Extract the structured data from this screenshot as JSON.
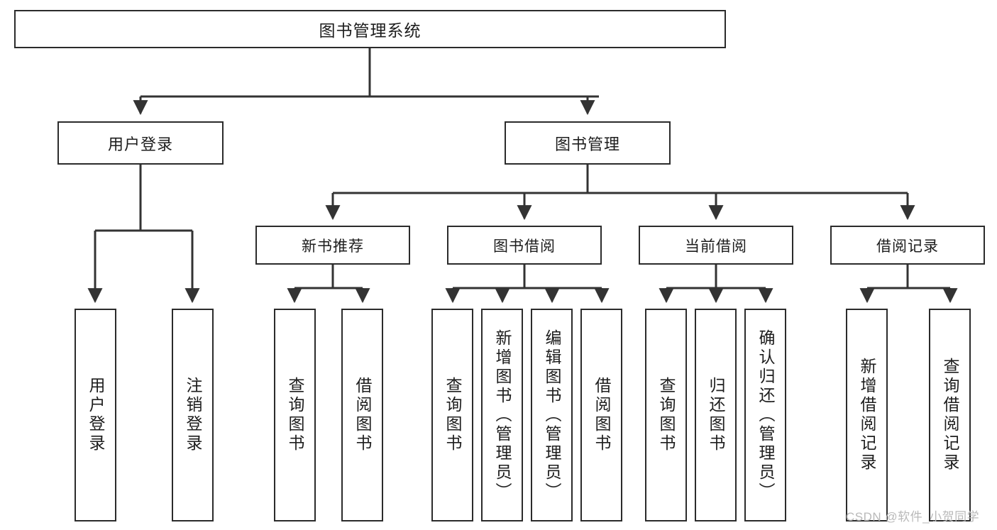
{
  "diagram": {
    "type": "tree",
    "title": "图书管理系统",
    "style": {
      "box_border": "#2b2b2b",
      "box_fill": "#ffffff",
      "connector": "#333333",
      "text": "#1d1d1d",
      "background": "#ffffff"
    },
    "root": {
      "label": "图书管理系统"
    },
    "level1": [
      {
        "label": "用户登录"
      },
      {
        "label": "图书管理"
      }
    ],
    "level2": [
      {
        "label": "新书推荐"
      },
      {
        "label": "图书借阅"
      },
      {
        "label": "当前借阅"
      },
      {
        "label": "借阅记录"
      }
    ],
    "leaves": {
      "user_login": [
        {
          "label": "用户登录"
        },
        {
          "label": "注销登录"
        }
      ],
      "new_book_recommend": [
        {
          "label": "查询图书"
        },
        {
          "label": "借阅图书"
        }
      ],
      "book_borrow": [
        {
          "label": "查询图书"
        },
        {
          "label": "新增图书（管理员）"
        },
        {
          "label": "编辑图书（管理员）"
        },
        {
          "label": "借阅图书"
        }
      ],
      "current_borrow": [
        {
          "label": "查询图书"
        },
        {
          "label": "归还图书"
        },
        {
          "label": "确认归还（管理员）"
        }
      ],
      "borrow_record": [
        {
          "label": "新增借阅记录"
        },
        {
          "label": "查询借阅记录"
        }
      ]
    }
  },
  "watermark": {
    "text": "CSDN @软件_小贺同学"
  }
}
